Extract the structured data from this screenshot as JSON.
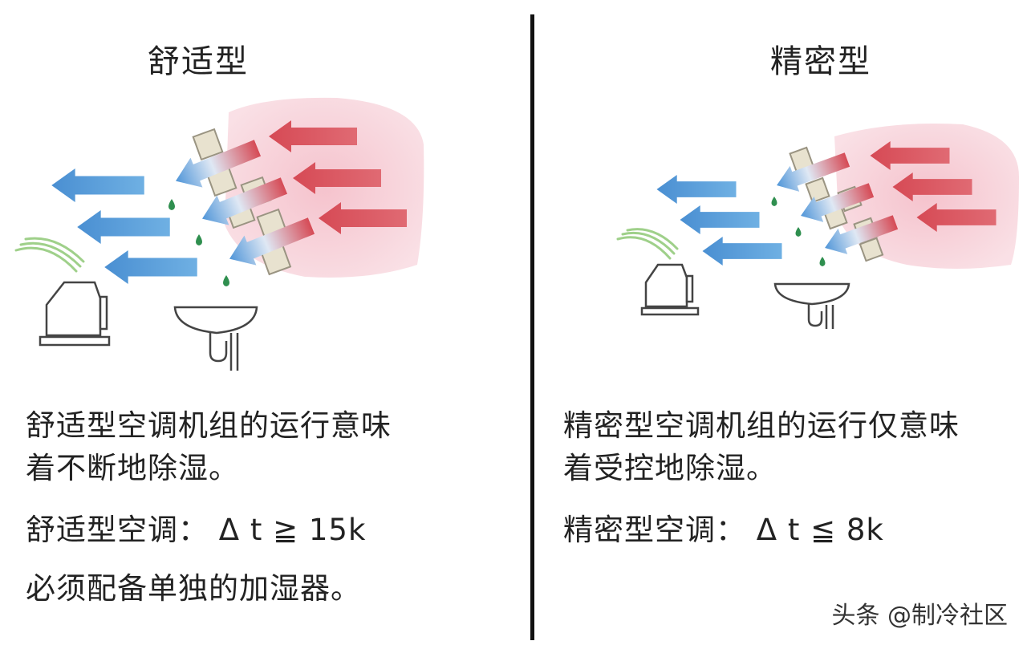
{
  "left": {
    "title": "舒适型",
    "desc_line1": "舒适型空调机组的运行意味",
    "desc_line2": "着不断地除湿。",
    "formula": "舒适型空调：  Δ  t  ≧  15k",
    "note": "必须配备单独的加湿器。"
  },
  "right": {
    "title": "精密型",
    "desc_line1": "精密型空调机组的运行仅意味",
    "desc_line2": "着受控地除湿。",
    "formula": "精密型空调：  Δ  t  ≦  8k"
  },
  "watermark": "头条 @制冷社区",
  "colors": {
    "hot_arrow": "#d9535d",
    "cold_arrow": "#5c9fd6",
    "hot_zone": "#f6cdd4",
    "droplet": "#2f8f4f",
    "divider": "#111111"
  },
  "icons": [
    "humidifier-icon",
    "drain-pan-icon",
    "coil-icon",
    "water-droplet-icon",
    "steam-icon"
  ]
}
